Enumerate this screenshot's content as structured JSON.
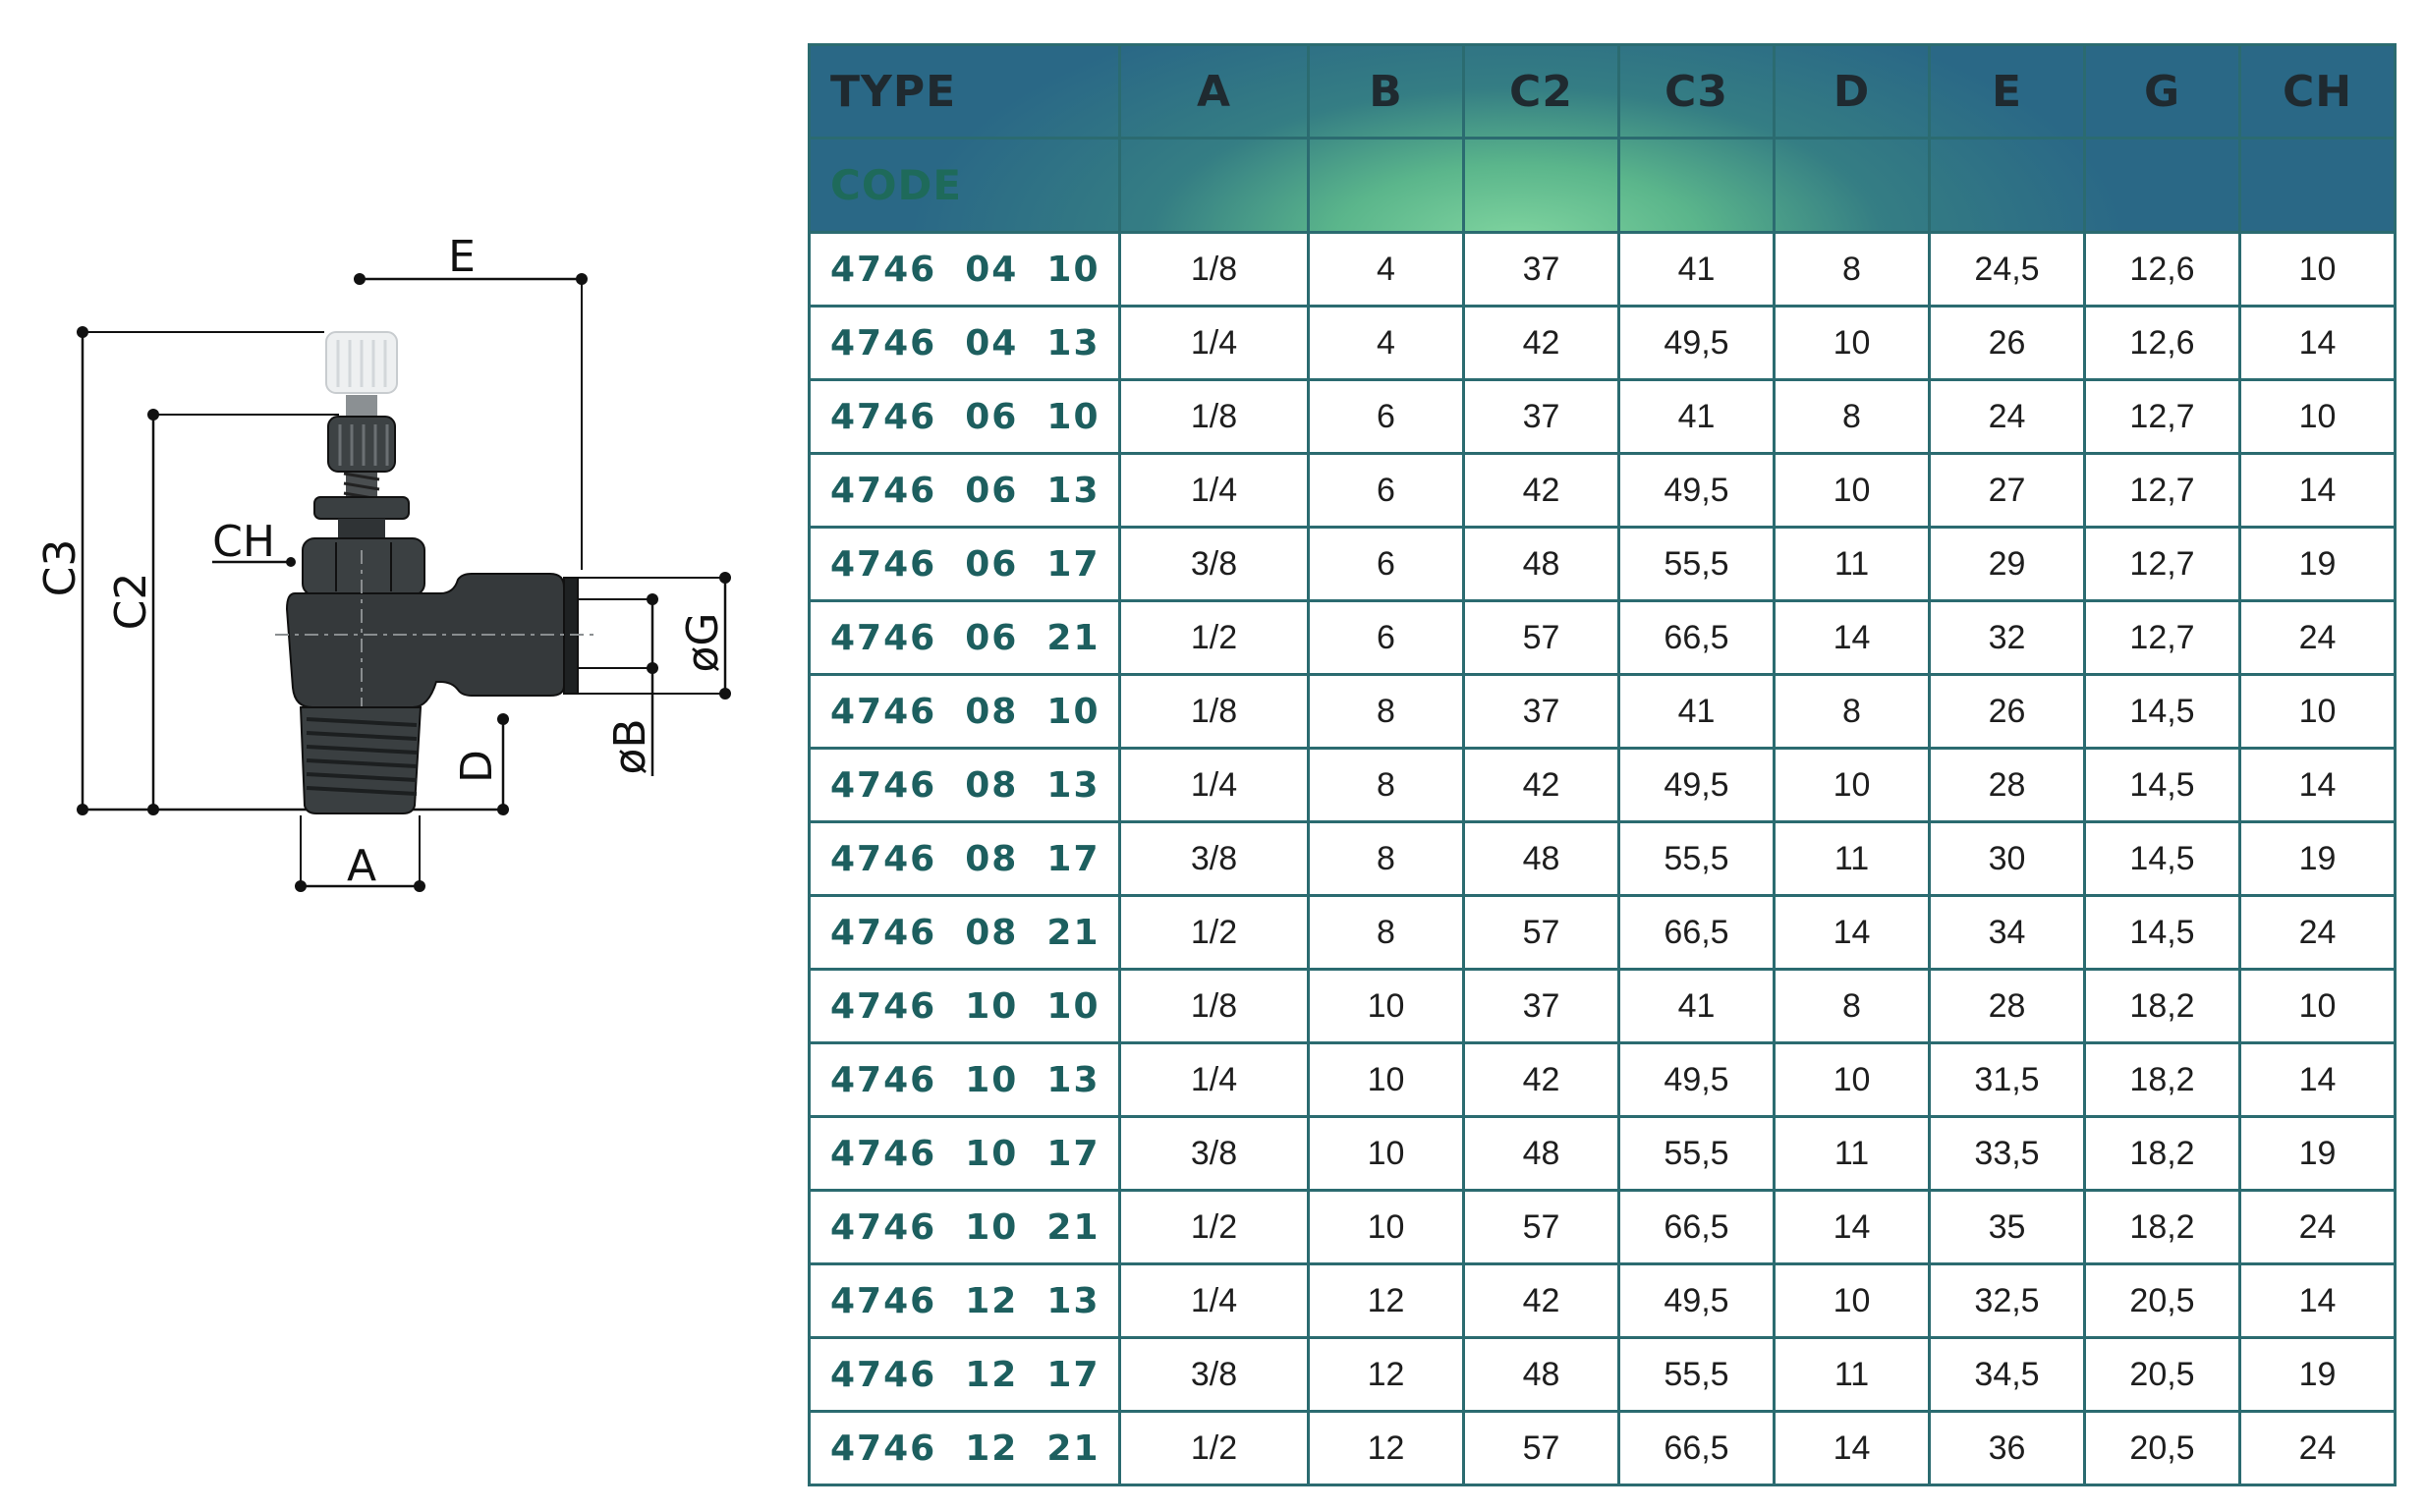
{
  "drawing": {
    "labels": {
      "E": "E",
      "C3": "C3",
      "C2": "C2",
      "CH": "CH",
      "D": "D",
      "A": "A",
      "oB": "øB",
      "oG": "øG"
    }
  },
  "table": {
    "headers": [
      "TYPE",
      "A",
      "B",
      "C2",
      "C3",
      "D",
      "E",
      "G",
      "CH"
    ],
    "code_label": "CODE",
    "rows": [
      [
        "4746  04  10",
        "1/8",
        "4",
        "37",
        "41",
        "8",
        "24,5",
        "12,6",
        "10"
      ],
      [
        "4746  04  13",
        "1/4",
        "4",
        "42",
        "49,5",
        "10",
        "26",
        "12,6",
        "14"
      ],
      [
        "4746  06  10",
        "1/8",
        "6",
        "37",
        "41",
        "8",
        "24",
        "12,7",
        "10"
      ],
      [
        "4746  06  13",
        "1/4",
        "6",
        "42",
        "49,5",
        "10",
        "27",
        "12,7",
        "14"
      ],
      [
        "4746  06  17",
        "3/8",
        "6",
        "48",
        "55,5",
        "11",
        "29",
        "12,7",
        "19"
      ],
      [
        "4746  06  21",
        "1/2",
        "6",
        "57",
        "66,5",
        "14",
        "32",
        "12,7",
        "24"
      ],
      [
        "4746  08  10",
        "1/8",
        "8",
        "37",
        "41",
        "8",
        "26",
        "14,5",
        "10"
      ],
      [
        "4746  08  13",
        "1/4",
        "8",
        "42",
        "49,5",
        "10",
        "28",
        "14,5",
        "14"
      ],
      [
        "4746  08  17",
        "3/8",
        "8",
        "48",
        "55,5",
        "11",
        "30",
        "14,5",
        "19"
      ],
      [
        "4746  08  21",
        "1/2",
        "8",
        "57",
        "66,5",
        "14",
        "34",
        "14,5",
        "24"
      ],
      [
        "4746  10  10",
        "1/8",
        "10",
        "37",
        "41",
        "8",
        "28",
        "18,2",
        "10"
      ],
      [
        "4746  10  13",
        "1/4",
        "10",
        "42",
        "49,5",
        "10",
        "31,5",
        "18,2",
        "14"
      ],
      [
        "4746  10  17",
        "3/8",
        "10",
        "48",
        "55,5",
        "11",
        "33,5",
        "18,2",
        "19"
      ],
      [
        "4746  10  21",
        "1/2",
        "10",
        "57",
        "66,5",
        "14",
        "35",
        "18,2",
        "24"
      ],
      [
        "4746  12  13",
        "1/4",
        "12",
        "42",
        "49,5",
        "10",
        "32,5",
        "20,5",
        "14"
      ],
      [
        "4746  12  17",
        "3/8",
        "12",
        "48",
        "55,5",
        "11",
        "34,5",
        "20,5",
        "19"
      ],
      [
        "4746  12  21",
        "1/2",
        "12",
        "57",
        "66,5",
        "14",
        "36",
        "20,5",
        "24"
      ]
    ]
  },
  "colors": {
    "header_blue": "#2a6886",
    "header_green": "#7fd3a0",
    "border": "#2b6b70",
    "code_text": "#1d5f5f",
    "fitting_body": "#35393b"
  }
}
